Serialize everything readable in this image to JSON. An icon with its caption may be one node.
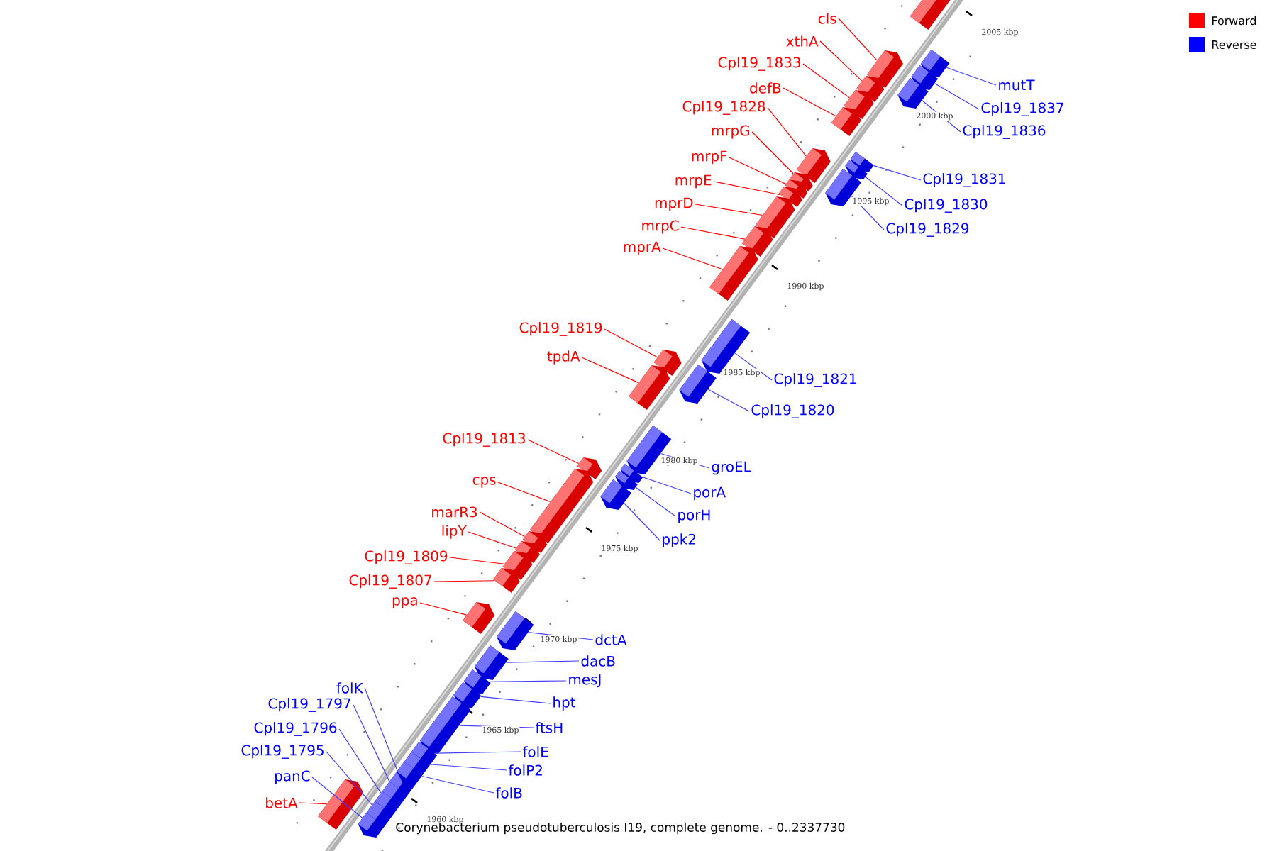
{
  "diagram": {
    "caption": "Corynebacterium pseudotuberculosis I19, complete genome. - 0..2337730",
    "nodes": [
      {
        "text": [
          "cls"
        ]
      },
      {
        "text": [
          "xthA"
        ]
      },
      {
        "text": [
          "Cpl19_1833"
        ]
      },
      {
        "text": [
          "mutT"
        ]
      },
      {
        "text": [
          "defB"
        ]
      },
      {
        "text": [
          "Cpl19_1828"
        ]
      },
      {
        "text": [
          "Cpl19_1837"
        ]
      },
      {
        "text": [
          "mrpG"
        ]
      },
      {
        "text": [
          "Cpl19_1836"
        ]
      },
      {
        "text": [
          "mrpF"
        ]
      },
      {
        "text": [
          "Cpl19_1831"
        ]
      },
      {
        "text": [
          "mrpE"
        ]
      },
      {
        "text": [
          "mprD"
        ]
      },
      {
        "text": [
          "Cpl19_1830"
        ]
      },
      {
        "text": [
          "mrpC"
        ]
      },
      {
        "text": [
          "Cpl19_1829"
        ]
      },
      {
        "text": [
          "mprA"
        ]
      },
      {
        "text": [
          "Cpl19_1819"
        ]
      },
      {
        "text": [
          "tpdA"
        ]
      },
      {
        "text": [
          "Cpl19_1821"
        ]
      },
      {
        "text": [
          "Cpl19_1820"
        ]
      },
      {
        "text": [
          "Cpl19_1813"
        ]
      },
      {
        "text": [
          "groEL"
        ]
      },
      {
        "text": [
          "cps"
        ]
      },
      {
        "text": [
          "porA"
        ]
      },
      {
        "text": [
          "marR3"
        ]
      },
      {
        "text": [
          "porH"
        ]
      },
      {
        "text": [
          "lipY"
        ]
      },
      {
        "text": [
          "ppk2"
        ]
      },
      {
        "text": [
          "Cpl19_1809"
        ]
      },
      {
        "text": [
          "Cpl19_1807"
        ]
      },
      {
        "text": [
          "ppa"
        ]
      },
      {
        "text": [
          "dctA"
        ]
      },
      {
        "text": [
          "dacB"
        ]
      },
      {
        "text": [
          "mesJ"
        ]
      },
      {
        "text": [
          "folK"
        ]
      },
      {
        "text": [
          "hpt"
        ]
      },
      {
        "text": [
          "Cpl19_1797"
        ]
      },
      {
        "text": [
          "ftsH"
        ]
      },
      {
        "text": [
          "Cpl19_1796"
        ]
      },
      {
        "text": [
          "folE"
        ]
      },
      {
        "text": [
          "Cpl19_1795"
        ]
      },
      {
        "text": [
          "folP2"
        ]
      },
      {
        "text": [
          "panC"
        ]
      },
      {
        "text": [
          "folB"
        ]
      },
      {
        "text": [
          "betA"
        ]
      },
      {
        "text": [],
        "shape": "arrow"
      },
      {
        "text": [],
        "shape": "arrow"
      },
      {
        "text": [],
        "shape": "arrow"
      },
      {
        "text": [],
        "shape": "arrow"
      },
      {
        "text": [],
        "shape": "arrow"
      },
      {
        "text": [],
        "shape": "arrow"
      },
      {
        "text": [],
        "shape": "arrow"
      },
      {
        "text": [],
        "shape": "arrow"
      },
      {
        "text": [],
        "shape": "arrow"
      },
      {
        "text": [],
        "shape": "arrow"
      },
      {
        "text": [],
        "shape": "arrow"
      },
      {
        "text": [],
        "shape": "arrow"
      },
      {
        "text": [],
        "shape": "arrow"
      },
      {
        "text": [],
        "shape": "arrow"
      },
      {
        "text": [],
        "shape": "arrow"
      },
      {
        "text": [],
        "shape": "arrow"
      },
      {
        "text": [],
        "shape": "arrow"
      },
      {
        "text": [],
        "shape": "arrow"
      },
      {
        "text": [],
        "shape": "arrow"
      },
      {
        "text": [],
        "shape": "arrow"
      },
      {
        "text": [],
        "shape": "arrow"
      },
      {
        "text": [],
        "shape": "arrow"
      },
      {
        "text": [],
        "shape": "arrow"
      },
      {
        "text": [],
        "shape": "arrow"
      },
      {
        "text": [],
        "shape": "arrow"
      },
      {
        "text": [],
        "shape": "arrow"
      },
      {
        "text": [],
        "shape": "arrow"
      },
      {
        "text": [],
        "shape": "arrow"
      },
      {
        "text": [],
        "shape": "arrow"
      },
      {
        "text": [],
        "shape": "arrow"
      },
      {
        "text": [],
        "shape": "arrow"
      },
      {
        "text": [],
        "shape": "arrow"
      },
      {
        "text": [],
        "shape": "arrow"
      },
      {
        "text": [],
        "shape": "arrow"
      },
      {
        "text": [],
        "shape": "arrow"
      },
      {
        "text": [],
        "shape": "arrow"
      },
      {
        "text": [],
        "shape": "arrow"
      },
      {
        "text": [],
        "shape": "arrow"
      },
      {
        "text": [],
        "shape": "arrow"
      },
      {
        "text": [],
        "shape": "arrow"
      },
      {
        "text": [],
        "shape": "arrow"
      },
      {
        "text": [],
        "shape": "arrow"
      },
      {
        "text": [],
        "shape": "arrow"
      },
      {
        "text": [],
        "shape": "arrow"
      },
      {
        "text": [],
        "shape": "arrow"
      },
      {
        "text": [],
        "shape": "arrow"
      },
      {
        "text": [],
        "shape": "arrow"
      }
    ],
    "edges": [
      {
        "from": 0,
        "to": 47,
        "arrow": "none",
        "color": "#ff0000"
      },
      {
        "from": 1,
        "to": 48,
        "arrow": "none",
        "color": "#ff0000"
      },
      {
        "from": 2,
        "to": 49,
        "arrow": "none",
        "color": "#ff0000"
      },
      {
        "from": 3,
        "to": 50,
        "arrow": "none"
      },
      {
        "from": 4,
        "to": 51,
        "arrow": "none",
        "color": "#ff0000"
      },
      {
        "from": 5,
        "to": 52,
        "arrow": "none",
        "color": "#ff0000"
      },
      {
        "from": 6,
        "to": 53,
        "arrow": "none"
      },
      {
        "from": 7,
        "to": 54,
        "arrow": "none",
        "color": "#ff0000"
      },
      {
        "from": 8,
        "to": 55,
        "arrow": "none"
      },
      {
        "from": 9,
        "to": 56,
        "arrow": "none",
        "color": "#ff0000"
      },
      {
        "from": 10,
        "to": 57,
        "arrow": "none"
      },
      {
        "from": 11,
        "to": 58,
        "arrow": "none",
        "color": "#ff0000"
      },
      {
        "from": 12,
        "to": 59,
        "arrow": "none",
        "color": "#ff0000"
      },
      {
        "from": 13,
        "to": 60,
        "arrow": "none"
      },
      {
        "from": 14,
        "to": 61,
        "arrow": "none",
        "color": "#ff0000"
      },
      {
        "from": 15,
        "to": 62,
        "arrow": "none"
      },
      {
        "from": 16,
        "to": 63,
        "arrow": "none",
        "color": "#ff0000"
      },
      {
        "from": 17,
        "to": 64,
        "arrow": "none",
        "color": "#ff0000"
      },
      {
        "from": 18,
        "to": 65,
        "arrow": "none",
        "color": "#ff0000"
      },
      {
        "from": 19,
        "to": 66,
        "arrow": "none"
      },
      {
        "from": 20,
        "to": 67,
        "arrow": "none"
      },
      {
        "from": 21,
        "to": 68,
        "arrow": "none",
        "color": "#ff0000"
      },
      {
        "from": 22,
        "to": 69,
        "arrow": "none"
      },
      {
        "from": 23,
        "to": 70,
        "arrow": "none",
        "color": "#ff0000"
      },
      {
        "from": 24,
        "to": 71,
        "arrow": "none"
      },
      {
        "from": 25,
        "to": 72,
        "arrow": "none",
        "color": "#ff0000"
      },
      {
        "from": 26,
        "to": 73,
        "arrow": "none"
      },
      {
        "from": 27,
        "to": 74,
        "arrow": "none",
        "color": "#ff0000"
      },
      {
        "from": 28,
        "to": 75,
        "arrow": "none"
      },
      {
        "from": 29,
        "to": 76,
        "arrow": "none",
        "color": "#ff0000"
      },
      {
        "from": 30,
        "to": 77,
        "arrow": "none",
        "color": "#ff0000"
      },
      {
        "from": 31,
        "to": 78,
        "arrow": "none",
        "color": "#ff0000"
      },
      {
        "from": 32,
        "to": 79,
        "arrow": "none"
      },
      {
        "from": 33,
        "to": 80,
        "arrow": "none"
      },
      {
        "from": 34,
        "to": 81,
        "arrow": "none"
      },
      {
        "from": 35,
        "to": 82,
        "arrow": "none"
      },
      {
        "from": 36,
        "to": 83,
        "arrow": "none"
      },
      {
        "from": 37,
        "to": 84,
        "arrow": "none"
      },
      {
        "from": 38,
        "to": 85,
        "arrow": "none"
      },
      {
        "from": 39,
        "to": 86,
        "arrow": "none"
      },
      {
        "from": 40,
        "to": 87,
        "arrow": "none"
      },
      {
        "from": 41,
        "to": 88,
        "arrow": "none"
      },
      {
        "from": 42,
        "to": 89,
        "arrow": "none"
      },
      {
        "from": 43,
        "to": 90,
        "arrow": "none"
      },
      {
        "from": 44,
        "to": 91,
        "arrow": "none"
      },
      {
        "from": 45,
        "to": 92,
        "arrow": "none",
        "color": "#ff0000"
      }
    ],
    "labels": [
      "2005 kbp",
      "2000 kbp",
      "1995 kbp",
      "1990 kbp",
      "1985 kbp",
      "1980 kbp",
      "1975 kbp",
      "1970 kbp",
      "1965 kbp",
      "1960 kbp"
    ],
    "legend": [
      {
        "text": "Forward",
        "color": "#ff0000"
      },
      {
        "text": "Reverse",
        "color": "#0000ff"
      }
    ]
  }
}
